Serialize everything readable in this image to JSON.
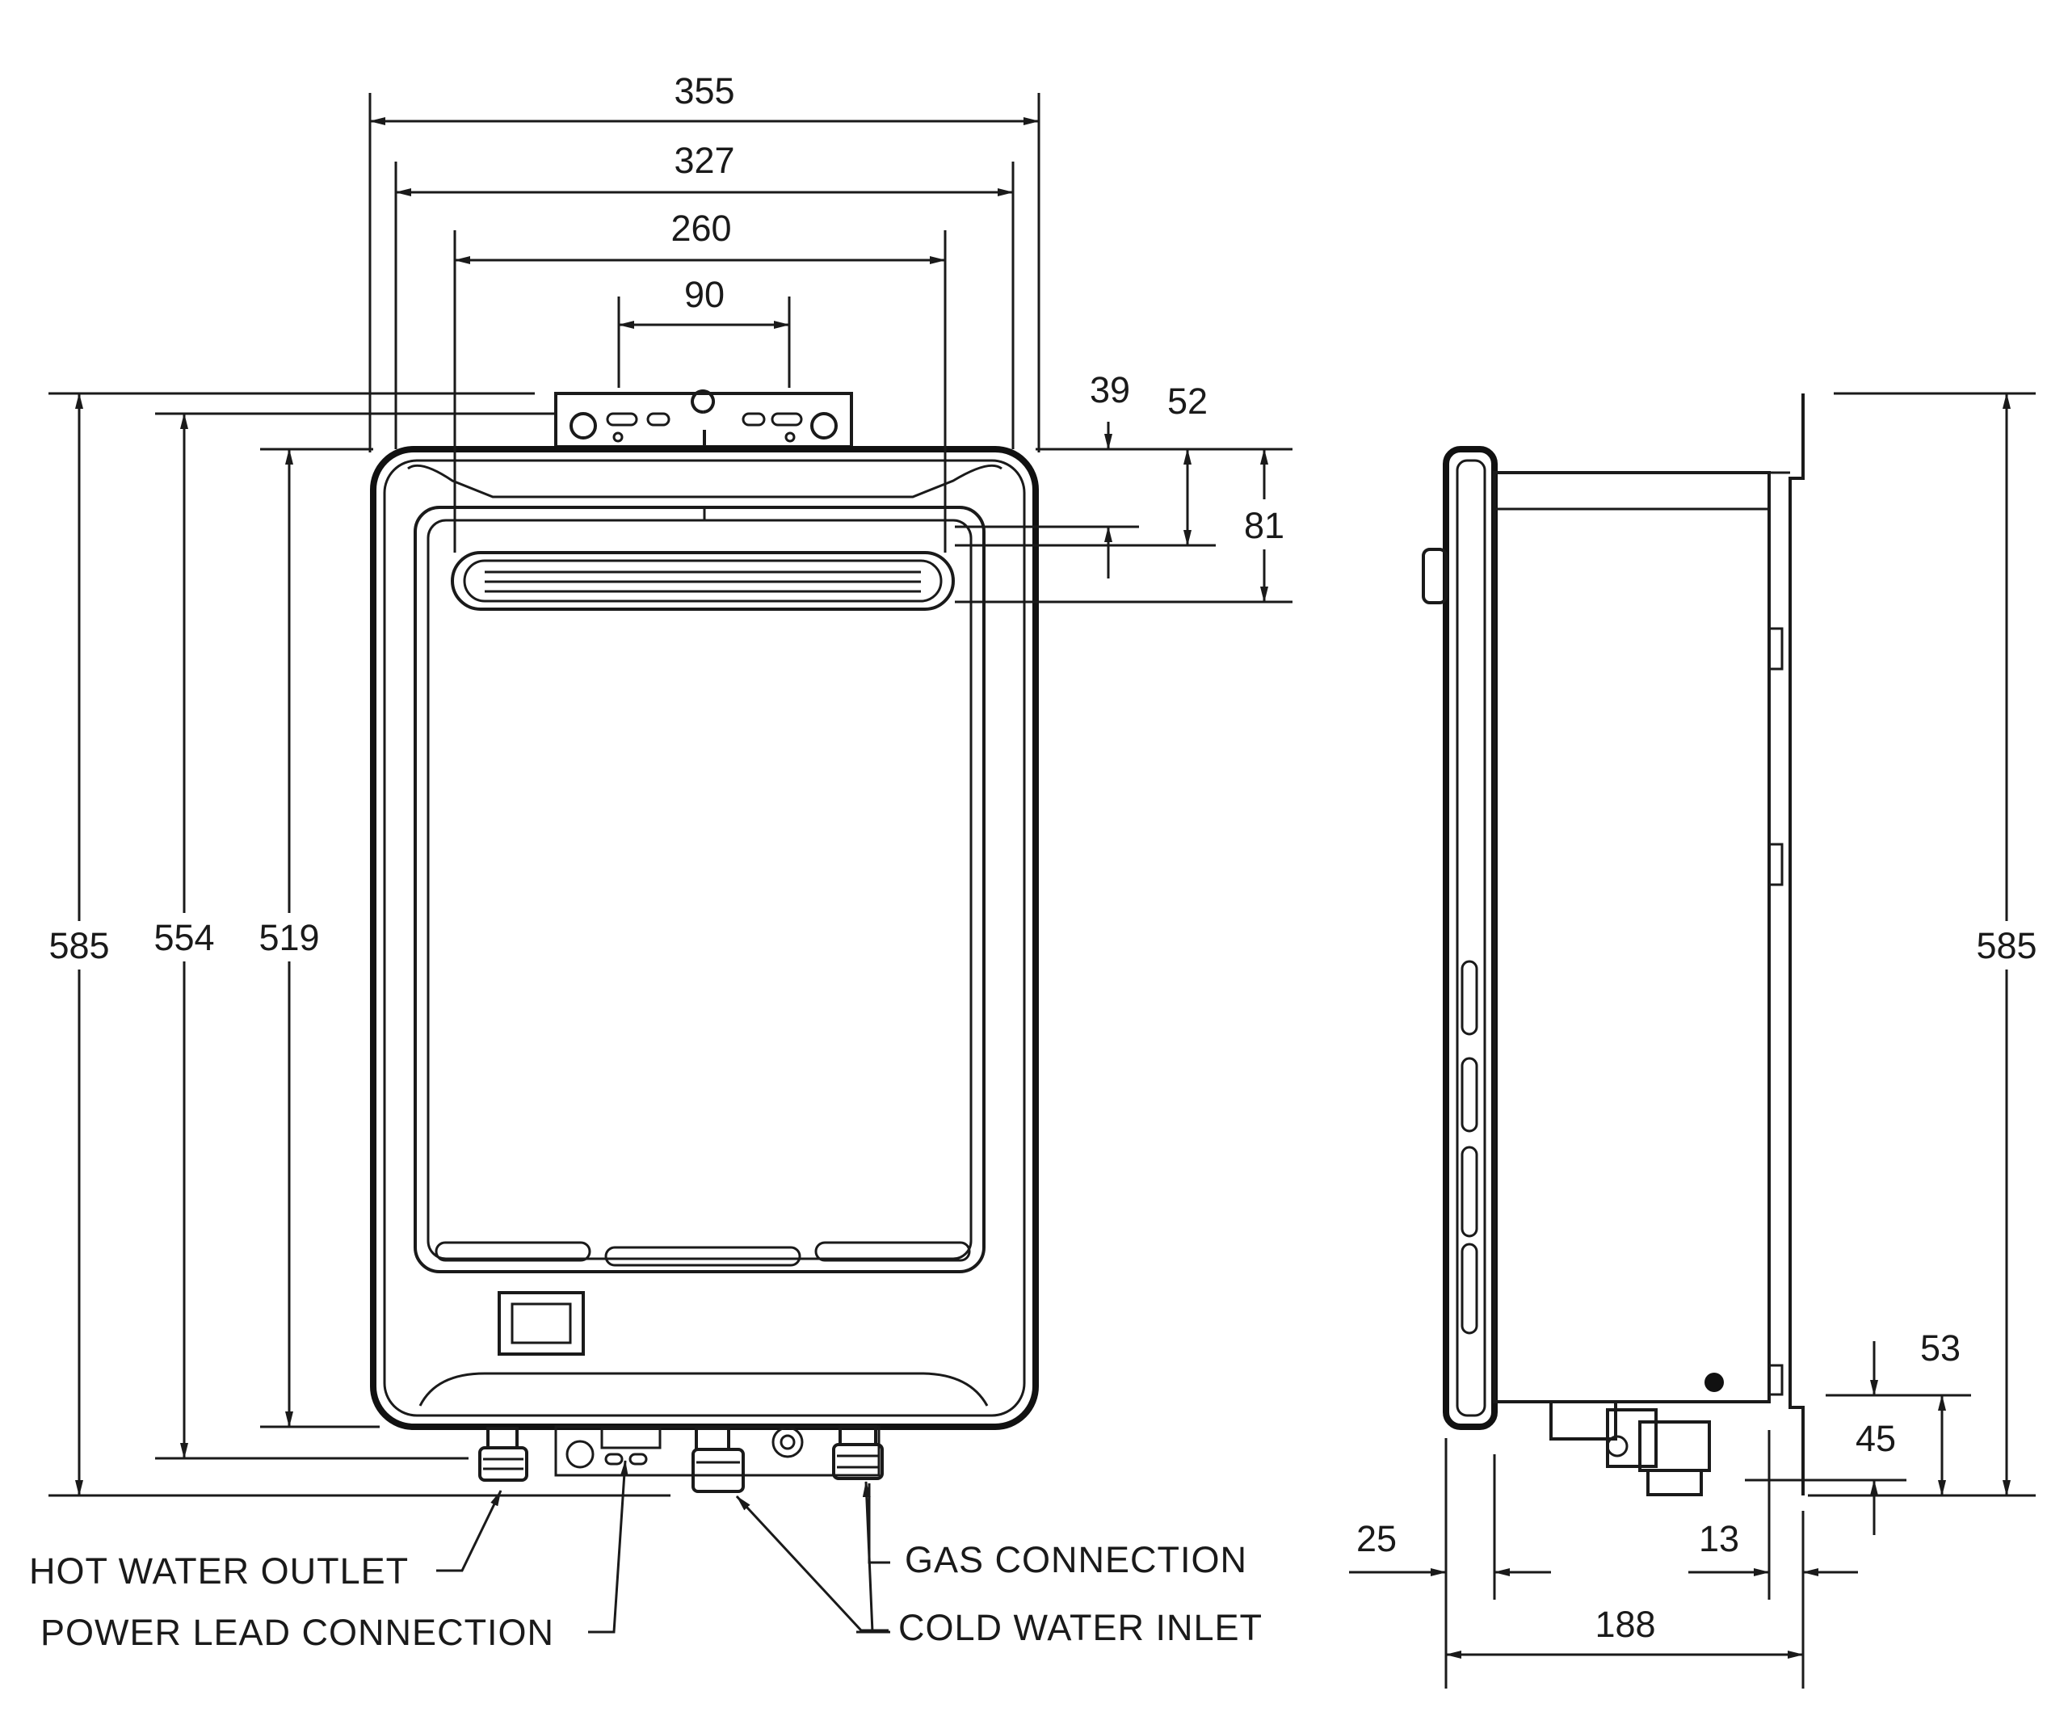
{
  "front_view": {
    "width_dims": [
      "355",
      "327",
      "260",
      "90"
    ],
    "height_dims": [
      "585",
      "554",
      "519"
    ],
    "flue_dims": [
      "39",
      "52",
      "81"
    ]
  },
  "side_view": {
    "height_dim": "585",
    "bottom_dims": [
      "53",
      "45"
    ],
    "depth_dims": [
      "25",
      "13",
      "188"
    ]
  },
  "labels": {
    "hot_water_outlet": "HOT WATER OUTLET",
    "power_lead_connection": "POWER LEAD CONNECTION",
    "gas_connection": "GAS CONNECTION",
    "cold_water_inlet": "COLD WATER INLET"
  }
}
